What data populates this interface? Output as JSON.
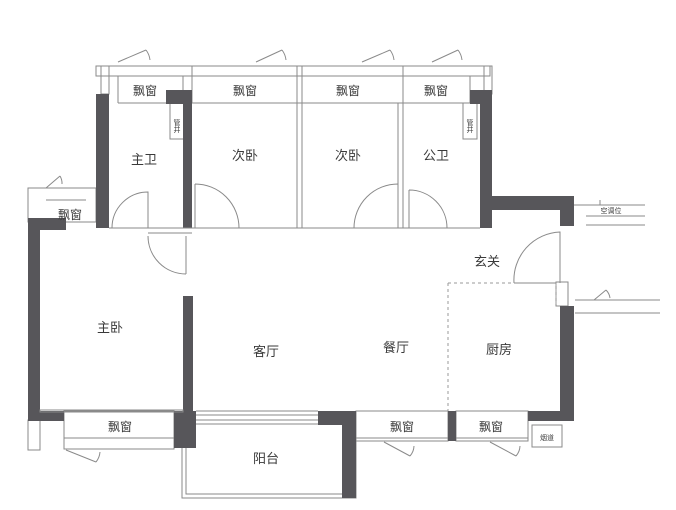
{
  "rooms": {
    "master_bath": "主卫",
    "second_bed_1": "次卧",
    "second_bed_2": "次卧",
    "public_bath": "公卫",
    "entrance": "玄关",
    "master_bed": "主卧",
    "living": "客厅",
    "dining": "餐厅",
    "kitchen": "厨房",
    "balcony": "阳台"
  },
  "windows": {
    "bay_top_1": "飘窗",
    "bay_top_2": "飘窗",
    "bay_top_3": "飘窗",
    "bay_top_4": "飘窗",
    "bay_left": "飘窗",
    "bay_bottom_1": "飘窗",
    "bay_bottom_2": "飘窗",
    "bay_bottom_3": "飘窗"
  },
  "misc": {
    "pipe_1": "管井",
    "pipe_2": "管井",
    "aircon": "空调位",
    "chimney": "烟道"
  },
  "colors": {
    "wall": "#57565a",
    "line": "#8a8a8a"
  }
}
